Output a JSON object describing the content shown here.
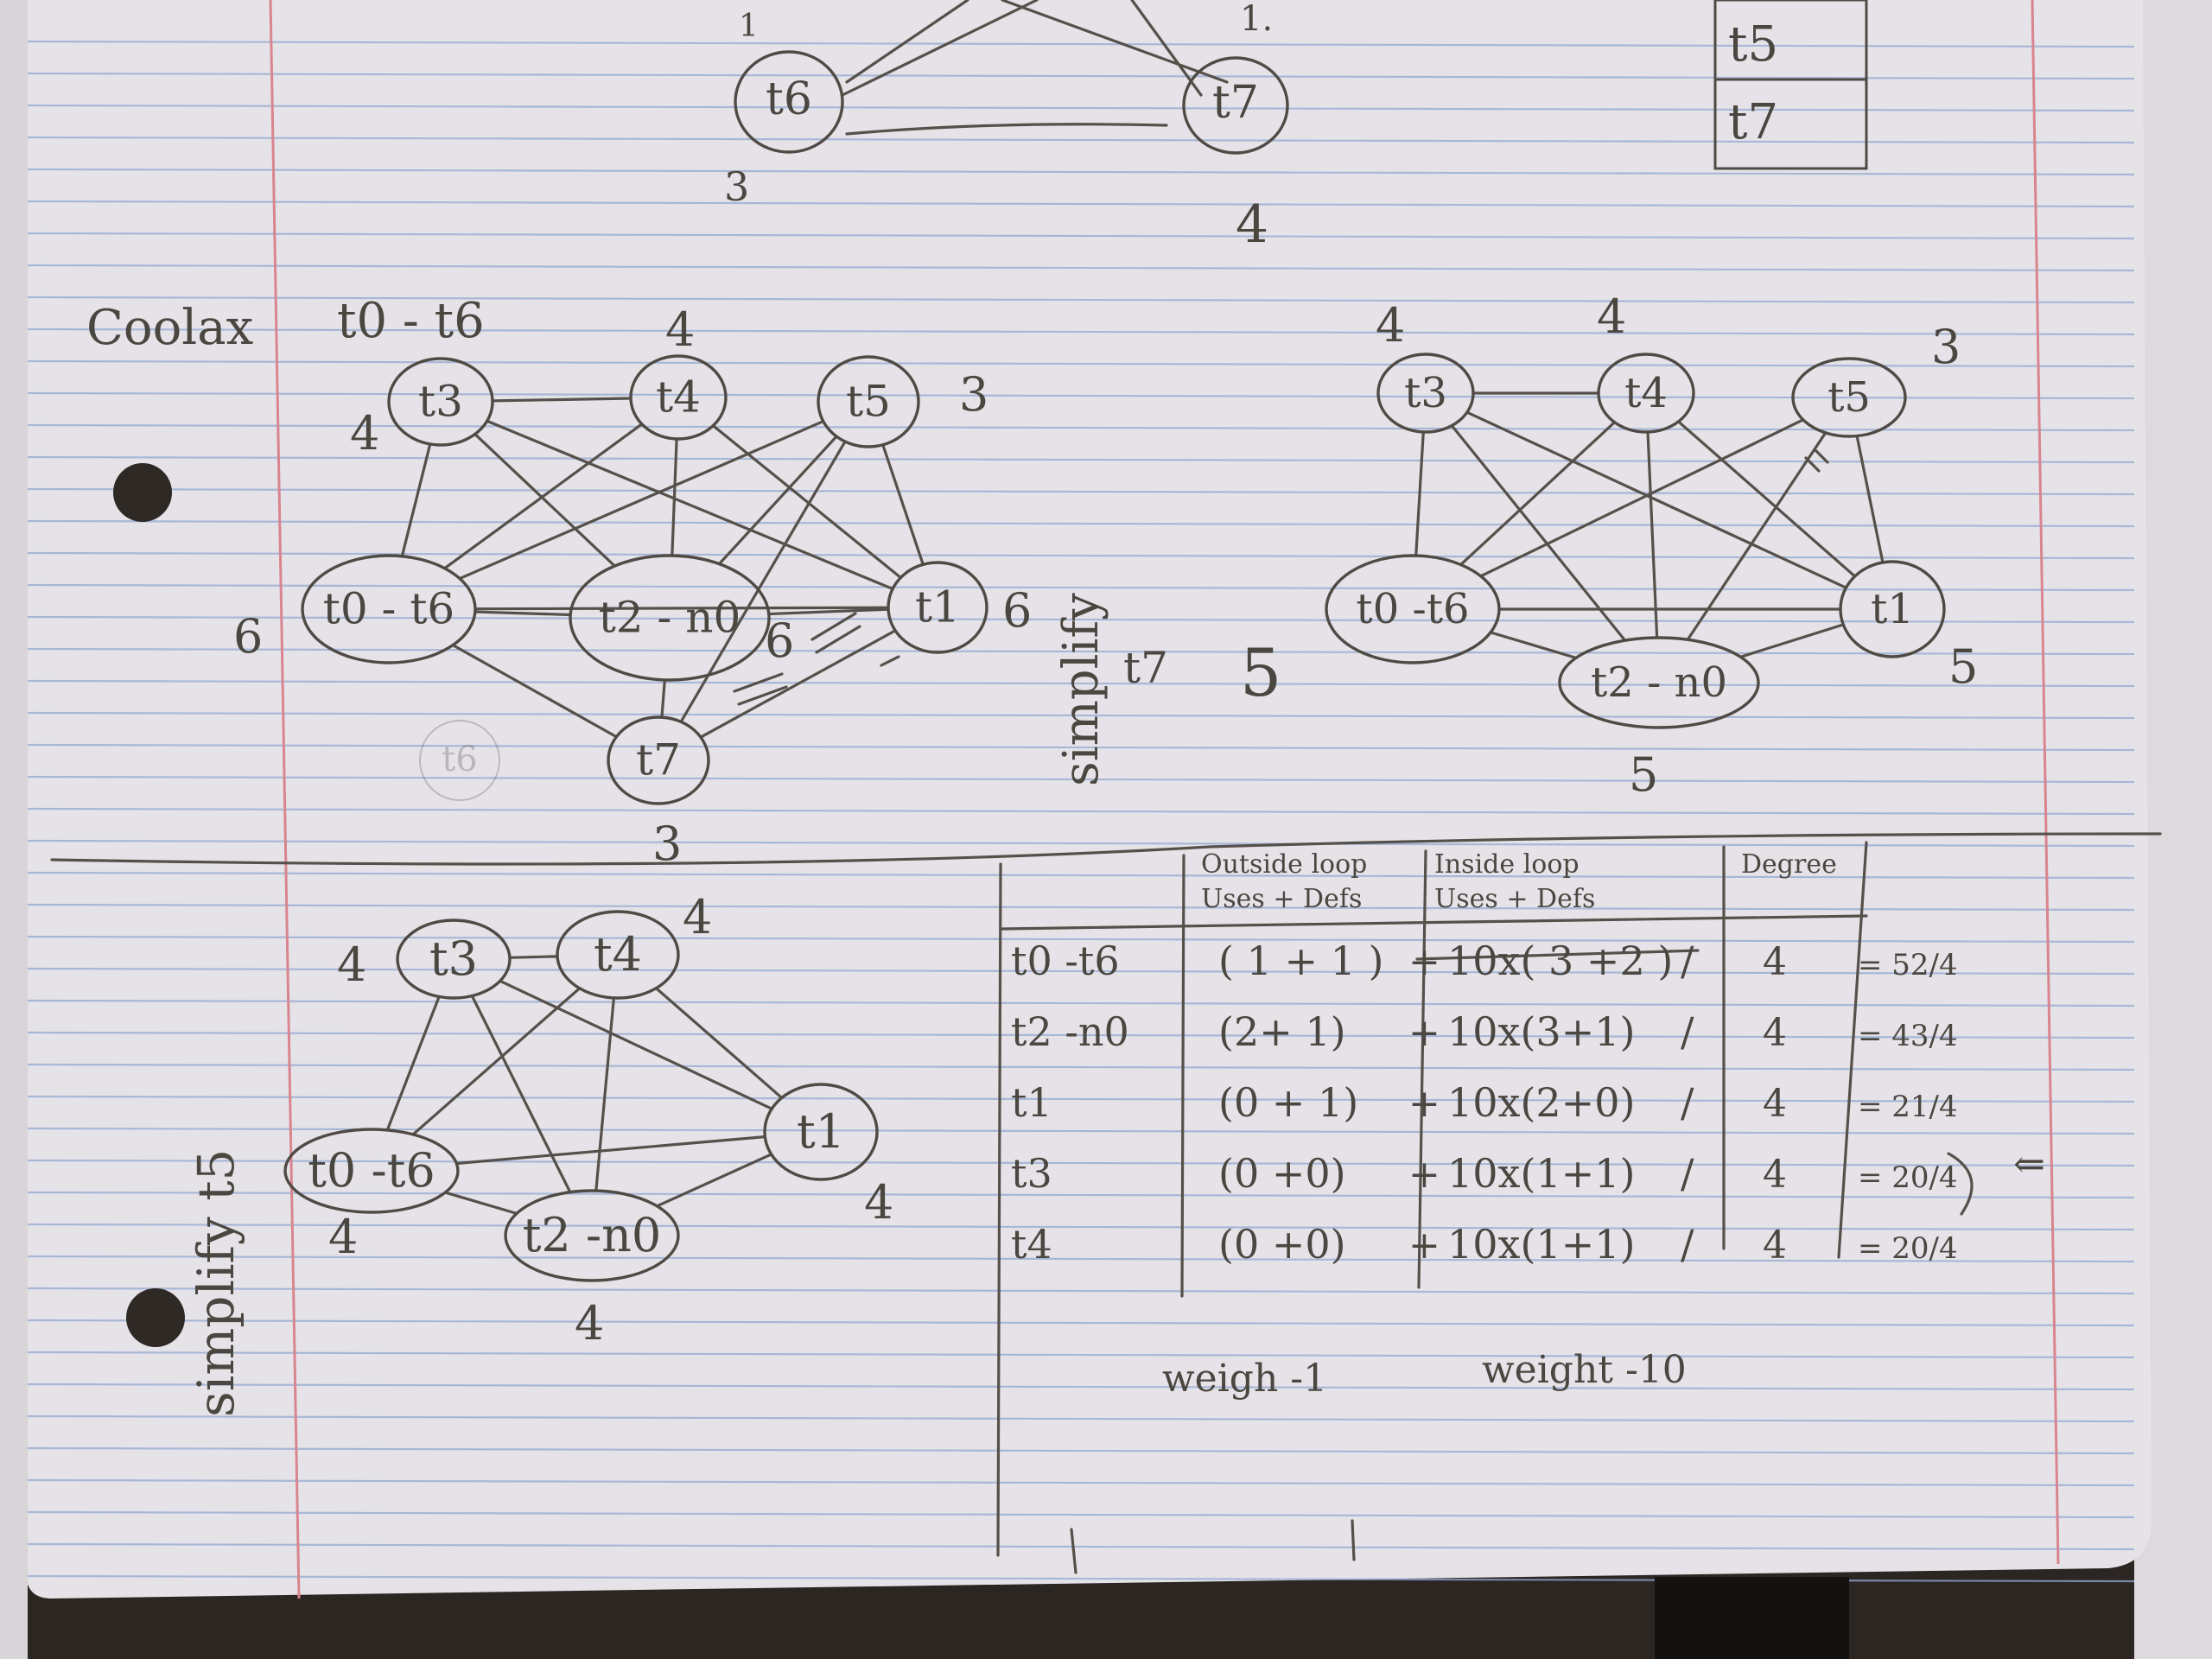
{
  "colors": {
    "paper": "#e6e3e8",
    "rule": "#8ea4cc",
    "margin": "#d9858f",
    "pencil": "#4a4640",
    "background": "#2b2622"
  },
  "top_box": [
    "t5",
    "t7"
  ],
  "top_fragment": {
    "nodes": [
      {
        "id": "t6",
        "label": "t6",
        "degree": "3"
      },
      {
        "id": "t7",
        "label": "t7",
        "degree": "4"
      }
    ],
    "marks": [
      "1",
      "1."
    ]
  },
  "section1": {
    "title_left": "Coolax",
    "title_right": "t0 - t6",
    "graph_a": {
      "nodes": [
        {
          "id": "t3",
          "label": "t3",
          "degree": "4"
        },
        {
          "id": "t4",
          "label": "t4",
          "degree": "4"
        },
        {
          "id": "t5",
          "label": "t5",
          "degree": "3"
        },
        {
          "id": "t0t6",
          "label": "t0 - t6",
          "degree": "6"
        },
        {
          "id": "t2n0",
          "label": "t2 - n0",
          "degree": "6"
        },
        {
          "id": "t1",
          "label": "t1",
          "degree": "6"
        },
        {
          "id": "t7",
          "label": "t7",
          "degree": "3"
        }
      ],
      "ghost_label": "t6",
      "edges": [
        [
          "t3",
          "t4"
        ],
        [
          "t3",
          "t0t6"
        ],
        [
          "t3",
          "t2n0"
        ],
        [
          "t3",
          "t1"
        ],
        [
          "t4",
          "t0t6"
        ],
        [
          "t4",
          "t2n0"
        ],
        [
          "t4",
          "t1"
        ],
        [
          "t5",
          "t0t6"
        ],
        [
          "t5",
          "t2n0"
        ],
        [
          "t5",
          "t1"
        ],
        [
          "t5",
          "t7"
        ],
        [
          "t0t6",
          "t2n0"
        ],
        [
          "t0t6",
          "t1"
        ],
        [
          "t0t6",
          "t7"
        ],
        [
          "t2n0",
          "t1"
        ],
        [
          "t2n0",
          "t7"
        ],
        [
          "t1",
          "t7"
        ]
      ]
    },
    "middle_note": {
      "vertical": "simplify",
      "node": "t7",
      "degree": "5"
    },
    "graph_b": {
      "nodes": [
        {
          "id": "t3",
          "label": "t3",
          "degree": "4"
        },
        {
          "id": "t4",
          "label": "t4",
          "degree": "4"
        },
        {
          "id": "t5",
          "label": "t5",
          "degree": "3"
        },
        {
          "id": "t0t6",
          "label": "t0 -t6",
          "degree": ""
        },
        {
          "id": "t1",
          "label": "t1",
          "degree": "5"
        },
        {
          "id": "t2n0",
          "label": "t2 - n0",
          "degree": "5"
        }
      ],
      "edges": [
        [
          "t3",
          "t4"
        ],
        [
          "t3",
          "t0t6"
        ],
        [
          "t3",
          "t2n0"
        ],
        [
          "t3",
          "t1"
        ],
        [
          "t4",
          "t0t6"
        ],
        [
          "t4",
          "t2n0"
        ],
        [
          "t4",
          "t1"
        ],
        [
          "t5",
          "t0t6"
        ],
        [
          "t5",
          "t2n0"
        ],
        [
          "t5",
          "t1"
        ],
        [
          "t0t6",
          "t1"
        ],
        [
          "t0t6",
          "t2n0"
        ],
        [
          "t2n0",
          "t1"
        ]
      ]
    }
  },
  "section2": {
    "side_note": "simplify t5",
    "graph_c": {
      "nodes": [
        {
          "id": "t3",
          "label": "t3",
          "degree": "4"
        },
        {
          "id": "t4",
          "label": "t4",
          "degree": "4"
        },
        {
          "id": "t0t6",
          "label": "t0 -t6",
          "degree": "4"
        },
        {
          "id": "t1",
          "label": "t1",
          "degree": "4"
        },
        {
          "id": "t2n0",
          "label": "t2 -n0",
          "degree": "4"
        }
      ],
      "edges": [
        [
          "t3",
          "t4"
        ],
        [
          "t3",
          "t0t6"
        ],
        [
          "t3",
          "t2n0"
        ],
        [
          "t3",
          "t1"
        ],
        [
          "t4",
          "t0t6"
        ],
        [
          "t4",
          "t2n0"
        ],
        [
          "t4",
          "t1"
        ],
        [
          "t0t6",
          "t1"
        ],
        [
          "t0t6",
          "t2n0"
        ],
        [
          "t2n0",
          "t1"
        ]
      ]
    },
    "table": {
      "headers": [
        "",
        "Outside loop Uses + Defs",
        "Inside loop Uses + Defs",
        "",
        "Degree",
        ""
      ],
      "rows": [
        [
          "t0 -t6",
          "( 1 + 1 )",
          "+",
          "10x( 3 +2 )",
          "/",
          "4",
          "= 52/4"
        ],
        [
          "t2 -n0",
          "(2+ 1)",
          "+",
          "10x(3+1)",
          "/",
          "4",
          "= 43/4"
        ],
        [
          "t1",
          "(0 + 1)",
          "+",
          "10x(2+0)",
          "/",
          "4",
          "= 21/4"
        ],
        [
          "t3",
          "(0 +0)",
          "+",
          "10x(1+1)",
          "/",
          "4",
          "= 20/4"
        ],
        [
          "t4",
          "(0 +0)",
          "+",
          "10x(1+1)",
          "/",
          "4",
          "= 20/4"
        ]
      ],
      "arrow": "⇐",
      "footer_left": "weigh -1",
      "footer_right": "weight -10"
    }
  }
}
